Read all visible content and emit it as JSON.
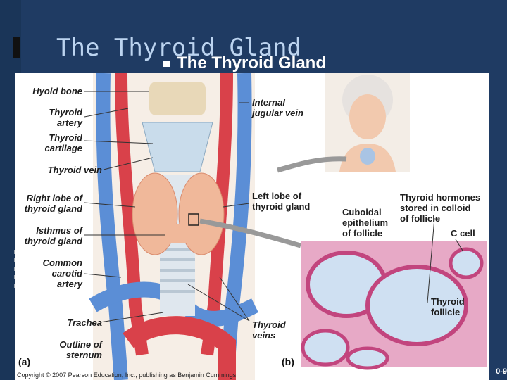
{
  "slide": {
    "title": "The Thyroid Gland",
    "bullet_title": "The Thyroid Gland",
    "page_number": "0-9"
  },
  "figure": {
    "labels_a": {
      "hyoid_bone": "Hyoid bone",
      "thyroid_artery_1": "Thyroid",
      "thyroid_artery_2": "artery",
      "thyroid_cartilage_1": "Thyroid",
      "thyroid_cartilage_2": "cartilage",
      "thyroid_vein": "Thyroid vein",
      "right_lobe_1": "Right lobe of",
      "right_lobe_2": "thyroid gland",
      "isthmus_1": "Isthmus of",
      "isthmus_2": "thyroid gland",
      "common_carotid_1": "Common",
      "common_carotid_2": "carotid",
      "common_carotid_3": "artery",
      "trachea": "Trachea",
      "outline_sternum_1": "Outline of",
      "outline_sternum_2": "sternum",
      "internal_jugular_1": "Internal",
      "internal_jugular_2": "jugular vein",
      "left_lobe_1": "Left lobe of",
      "left_lobe_2": "thyroid gland",
      "thyroid_veins_1": "Thyroid",
      "thyroid_veins_2": "veins"
    },
    "labels_b": {
      "cuboidal_1": "Cuboidal",
      "cuboidal_2": "epithelium",
      "cuboidal_3": "of follicle",
      "hormones_1": "Thyroid hormones",
      "hormones_2": "stored in colloid",
      "hormones_3": "of follicle",
      "c_cell": "C cell",
      "follicle_1": "Thyroid",
      "follicle_2": "follicle"
    },
    "panel_a": "(a)",
    "panel_b": "(b)",
    "copyright": "Copyright © 2007 Pearson Education, Inc., publishing as Benjamin Cummings",
    "colors": {
      "artery": "#d9414a",
      "vein": "#5b8ed6",
      "gland": "#f0b89a",
      "cartilage": "#c9dceb",
      "colloid": "#cfe0f2",
      "cells": "#c2457e"
    }
  }
}
